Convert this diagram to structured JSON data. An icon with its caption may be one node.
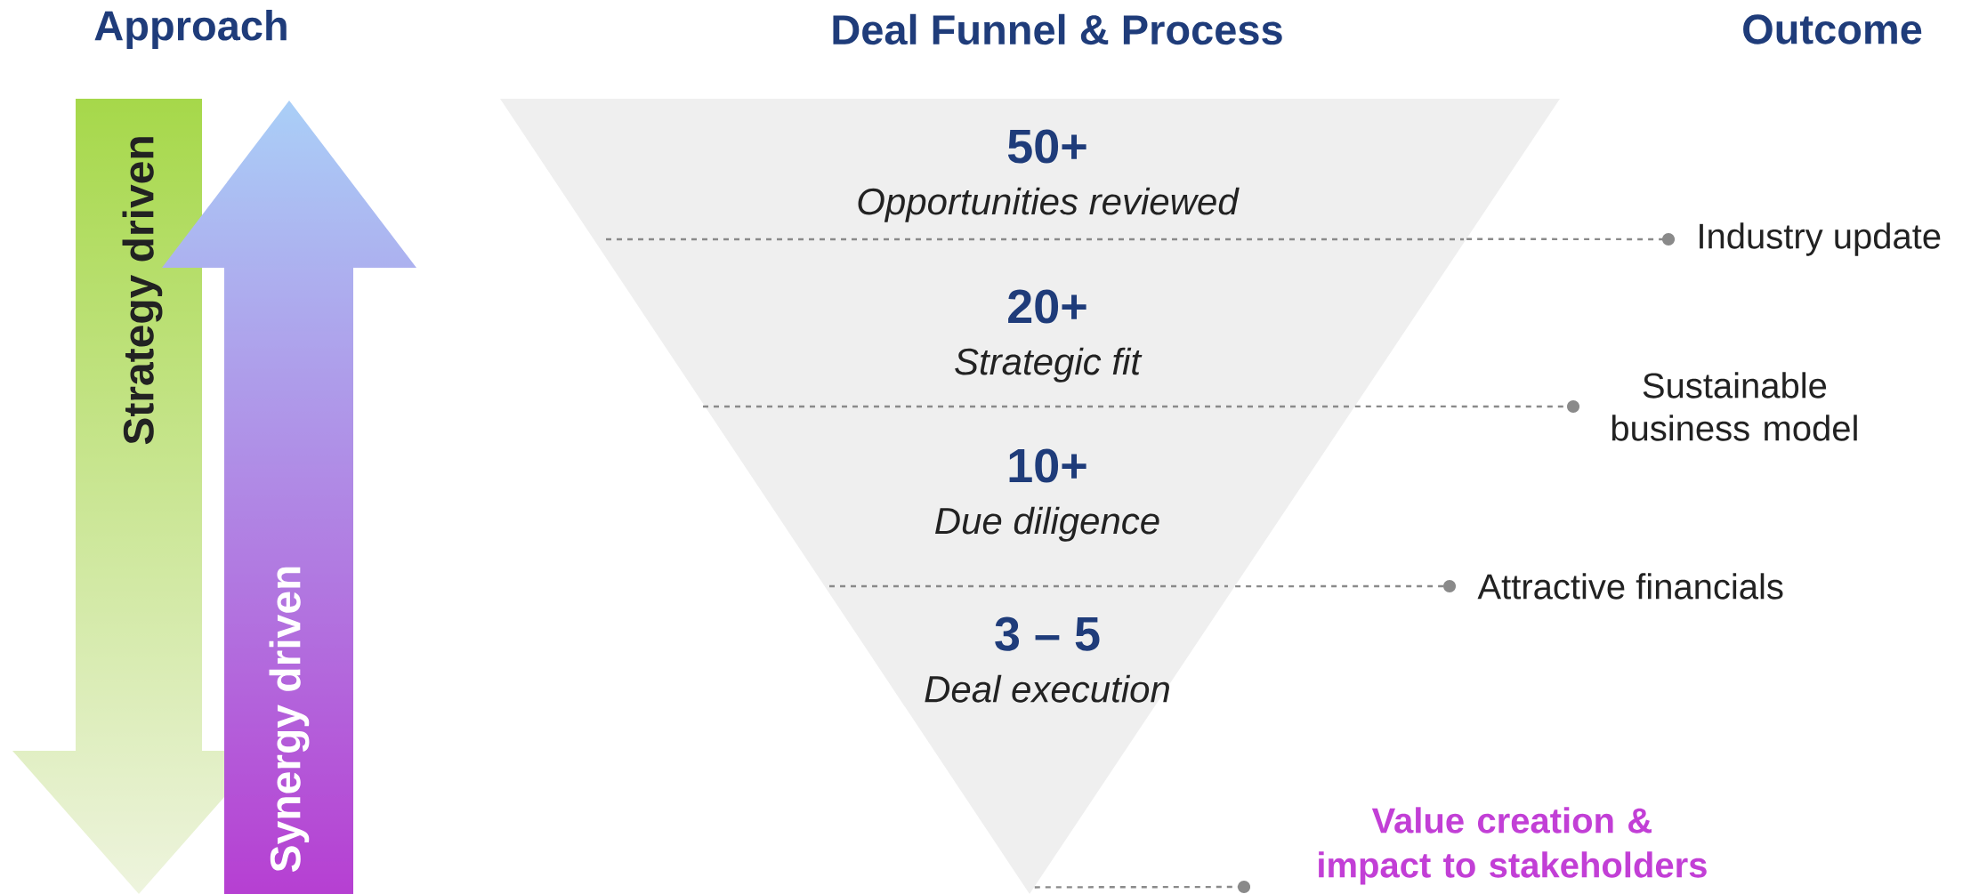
{
  "diagram": {
    "nodes": [
      {
        "text": [
          "Strategy driven"
        ]
      },
      {
        "text": [
          "Synergy driven"
        ]
      },
      {
        "text": [],
        "shape": "triangle"
      },
      {
        "text": [
          "50+",
          "Opportunities reviewed"
        ],
        "in": 2
      },
      {
        "text": [
          "20+",
          "Strategic fit"
        ],
        "in": 2
      },
      {
        "text": [
          "10+",
          "Due diligence"
        ],
        "in": 2
      },
      {
        "text": [
          "3 – 5",
          "Deal execution"
        ],
        "in": 2
      },
      {
        "text": [
          "Industry update"
        ]
      },
      {
        "text": [
          "Sustainable business model"
        ]
      },
      {
        "text": [
          "Attractive financials"
        ]
      },
      {
        "text": [
          "Value creation & impact to stakeholders"
        ]
      }
    ],
    "edges": [
      {
        "from": 2,
        "to": 7,
        "arrow": "other",
        "style": "dashed"
      },
      {
        "from": 2,
        "to": 8,
        "arrow": "other",
        "style": "dashed"
      },
      {
        "from": 2,
        "to": 9,
        "arrow": "other",
        "style": "dashed"
      },
      {
        "from": 2,
        "to": 10,
        "arrow": "other",
        "style": "dashed"
      }
    ],
    "labels": [
      "Approach",
      "Deal Funnel & Process",
      "Outcome"
    ]
  }
}
